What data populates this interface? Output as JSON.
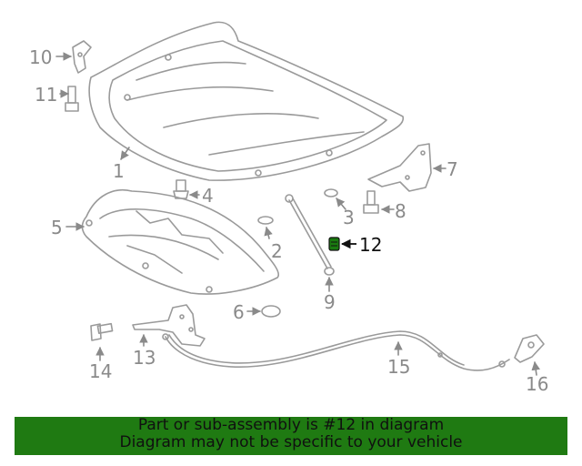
{
  "diagram": {
    "callouts": [
      {
        "id": "1",
        "label": "1"
      },
      {
        "id": "2",
        "label": "2"
      },
      {
        "id": "3",
        "label": "3"
      },
      {
        "id": "4",
        "label": "4"
      },
      {
        "id": "5",
        "label": "5"
      },
      {
        "id": "6",
        "label": "6"
      },
      {
        "id": "7",
        "label": "7"
      },
      {
        "id": "8",
        "label": "8"
      },
      {
        "id": "9",
        "label": "9"
      },
      {
        "id": "10",
        "label": "10"
      },
      {
        "id": "11",
        "label": "11"
      },
      {
        "id": "12",
        "label": "12"
      },
      {
        "id": "13",
        "label": "13"
      },
      {
        "id": "14",
        "label": "14"
      },
      {
        "id": "15",
        "label": "15"
      },
      {
        "id": "16",
        "label": "16"
      }
    ],
    "highlight_part": "12",
    "line_color": "#9a9a9a",
    "highlight_color": "#1a7a10"
  },
  "banner": {
    "line1": "Part or sub-assembly is #12 in diagram",
    "line2": "Diagram may not be specific to your vehicle",
    "background": "#1f7a12"
  }
}
